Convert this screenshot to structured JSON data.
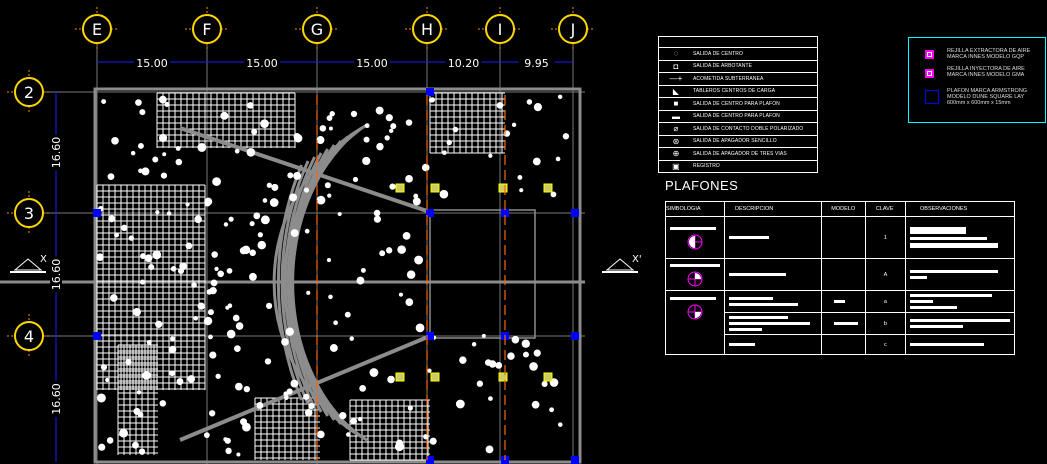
{
  "grid": {
    "columns": [
      "E",
      "F",
      "G",
      "H",
      "I",
      "J"
    ],
    "rows": [
      "2",
      "3",
      "4"
    ],
    "column_dimensions": [
      "15.00",
      "15.00",
      "15.00",
      "10.20",
      "9.95"
    ],
    "row_dimensions": [
      "16.60",
      "16.60",
      "16.60"
    ],
    "section_marks": [
      "X",
      "X'"
    ]
  },
  "symbol_legend": [
    {
      "icon": "centro-outlet-icon",
      "label": "SALIDA DE CENTRO"
    },
    {
      "icon": "wall-bracket-outlet-icon",
      "label": "SALIDA DE ARBOTANTE"
    },
    {
      "icon": "underground-feed-icon",
      "label": "ACOMETIDA SUBTERRANEA"
    },
    {
      "icon": "load-panel-icon",
      "label": "TABLEROS CENTROS DE CARGA"
    },
    {
      "icon": "ceiling-outlet-square-icon",
      "label": "SALIDA DE CENTRO PARA PLAFON"
    },
    {
      "icon": "ceiling-outlet-rect-icon",
      "label": "SALIDA DE CENTRO PARA PLAFON"
    },
    {
      "icon": "duplex-receptacle-icon",
      "label": "SALIDA DE CONTACTO DOBLE POLARIZADO"
    },
    {
      "icon": "single-switch-icon",
      "label": "SALIDA DE APAGADOR SENCILLO"
    },
    {
      "icon": "three-way-switch-icon",
      "label": "SALIDA DE APAGADOR DE TRES VIAS"
    },
    {
      "icon": "register-icon",
      "label": "REGISTRO"
    }
  ],
  "hvac_legend": [
    {
      "line1": "REJILLA EXTRACTORA DE AIRE",
      "line2": "MARCA INNES MODELO GQP"
    },
    {
      "line1": "REJILLA INYECTORA DE AIRE",
      "line2": "MARCA INNES MODELO GMA"
    },
    {
      "line1": "PLAFON MARCA ARMSTRONG",
      "line2": "MODELO DUNE SQUARE LAY",
      "line3": "600mm x 600mm x 15mm"
    }
  ],
  "plafones": {
    "title": "PLAFONES",
    "headers": [
      "SIMBOLOGIA",
      "DESCRIPCION",
      "MODELO",
      "CLAVE",
      "OBSERVACIONES"
    ],
    "claves": [
      "1",
      "A",
      "a",
      "b",
      "c"
    ]
  },
  "colors": {
    "grid_bubble": "#ffd700",
    "dimension": "#1a1aff",
    "wall": "#8c8c8c",
    "accent": "#ff00ff",
    "frame": "#00ffff"
  }
}
